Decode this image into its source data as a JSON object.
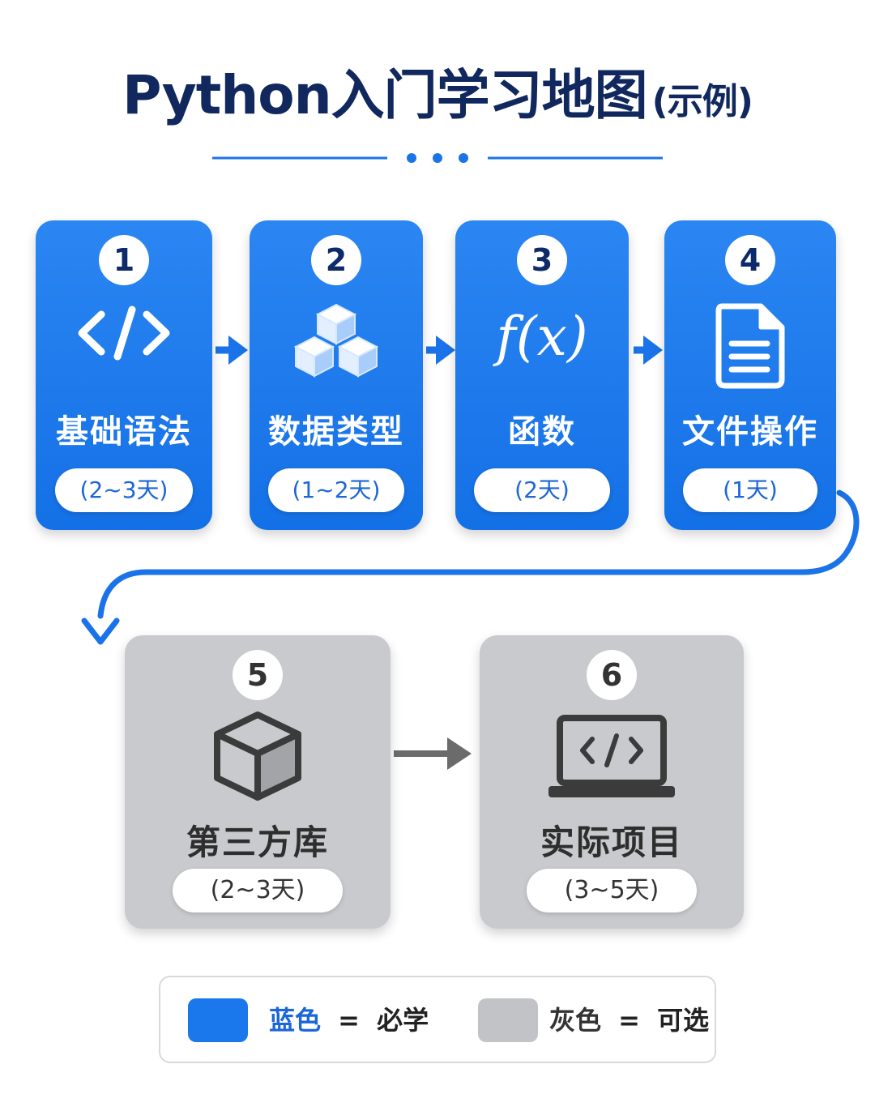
{
  "header": {
    "title": "Python入门学习地图",
    "subtitle": "(示例)"
  },
  "steps": [
    {
      "number": "1",
      "label": "基础语法",
      "duration": "(2~3天)",
      "icon": "code-tag-icon",
      "status": "required"
    },
    {
      "number": "2",
      "label": "数据类型",
      "duration": "(1~2天)",
      "icon": "cubes-icon",
      "status": "required"
    },
    {
      "number": "3",
      "label": "函数",
      "duration": "(2天)",
      "icon": "function-icon",
      "icon_text": "f(x)",
      "status": "required"
    },
    {
      "number": "4",
      "label": "文件操作",
      "duration": "(1天)",
      "icon": "document-icon",
      "status": "required"
    },
    {
      "number": "5",
      "label": "第三方库",
      "duration": "(2~3天)",
      "icon": "box-icon",
      "status": "optional"
    },
    {
      "number": "6",
      "label": "实际项目",
      "duration": "(3~5天)",
      "icon": "laptop-code-icon",
      "status": "optional"
    }
  ],
  "legend": {
    "required": {
      "name": "蓝色",
      "eq": "=",
      "meaning": "必学"
    },
    "optional": {
      "name": "灰色",
      "eq": "=",
      "meaning": "可选"
    }
  },
  "colors": {
    "required": "#1a78ec",
    "optional": "#c9cacd",
    "arrow_blue": "#1a73e8",
    "arrow_gray": "#6b6b6b",
    "title": "#10285e"
  }
}
